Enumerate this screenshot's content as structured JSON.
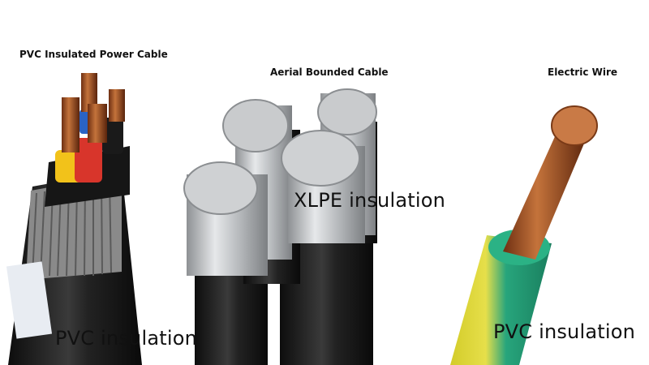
{
  "panels": [
    {
      "title": "PVC Insulated Power Cable",
      "overlay": "PVC insulation"
    },
    {
      "title": "Aerial Bounded Cable",
      "overlay": "XLPE insulation"
    },
    {
      "title": "Electric Wire",
      "overlay": "PVC insulation"
    }
  ],
  "colors": {
    "background": "#ffffff",
    "text": "#111111",
    "cable_jacket": "#1c1c1c",
    "copper": "#b5642c",
    "aluminum": "#c9cbcd",
    "core_yellow": "#f2c21a",
    "core_red": "#d8352b",
    "core_blue": "#2a63c4",
    "wire_insulation_green": "#26a37a",
    "wire_insulation_yellow": "#d8d02a"
  }
}
